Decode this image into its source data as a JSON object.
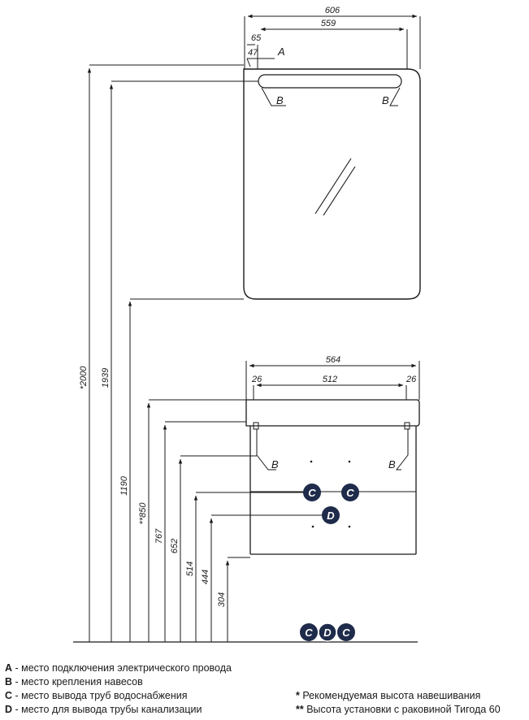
{
  "mirror": {
    "width_total": "606",
    "width_inner": "559",
    "offset_a": "65",
    "offset_b": "47",
    "point_a": "A",
    "point_b_left": "B",
    "point_b_right": "B"
  },
  "cabinet": {
    "width_total": "564",
    "width_inner": "512",
    "side_left": "26",
    "side_right": "26",
    "point_b_left": "B",
    "point_b_right": "B",
    "circle_c1": "C",
    "circle_c2": "C",
    "circle_d": "D"
  },
  "floor": {
    "circle_c_left": "C",
    "circle_d": "D",
    "circle_c_right": "C"
  },
  "heights": [
    "*2000",
    "1939",
    "1190",
    "**850",
    "767",
    "652",
    "514",
    "444",
    "304"
  ],
  "legend": {
    "items": [
      {
        "key": "A",
        "text": " - место подключения электрического провода"
      },
      {
        "key": "B",
        "text": " - место крепления навесов"
      },
      {
        "key": "C",
        "text": " - место вывода труб водоснабжения"
      },
      {
        "key": "D",
        "text": " - место для вывода трубы канализации"
      }
    ],
    "notes": [
      {
        "key": "*",
        "text": " Рекомендуемая высота навешивания"
      },
      {
        "key": "**",
        "text": " Высота установки с раковиной Тигода 60"
      }
    ]
  },
  "colors": {
    "line": "#1a1a1a",
    "circle_fill": "#1f2b4a"
  }
}
